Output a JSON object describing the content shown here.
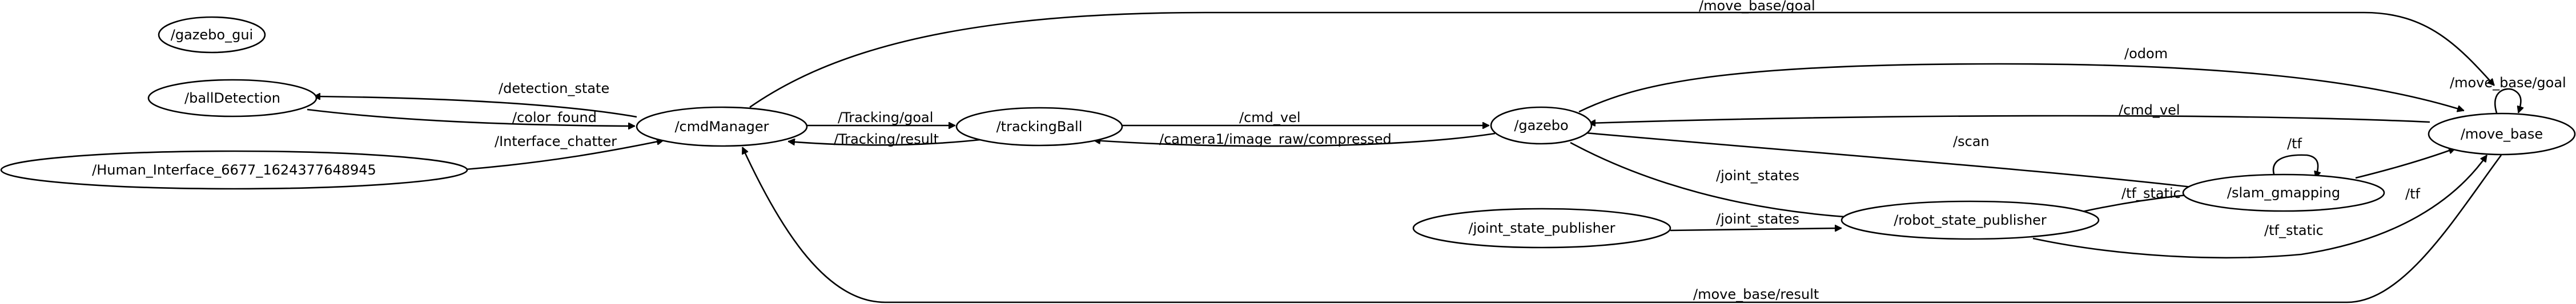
{
  "nodes": {
    "gazebo_gui": "/gazebo_gui",
    "ballDetection": "/ballDetection",
    "human_interface": "/Human_Interface_6677_1624377648945",
    "cmdManager": "/cmdManager",
    "trackingBall": "/trackingBall",
    "gazebo": "/gazebo",
    "joint_state_publisher": "/joint_state_publisher",
    "robot_state_publisher": "/robot_state_publisher",
    "slam_gmapping": "/slam_gmapping",
    "move_base": "/move_base"
  },
  "edges": {
    "move_base_goal_top": "/move_base/goal",
    "detection_state": "/detection_state",
    "color_found": "/color_found",
    "interface_chatter": "/Interface_chatter",
    "tracking_goal": "/Tracking/goal",
    "tracking_result": "/Tracking/result",
    "cmd_vel_to_gazebo": "/cmd_vel",
    "camera_compressed": "/camera1/image_raw/compressed",
    "odom": "/odom",
    "cmd_vel_from_move_base": "/cmd_vel",
    "move_base_goal_self": "/move_base/goal",
    "scan": "/scan",
    "tf_slam_self": "/tf",
    "joint_states_gazebo": "/joint_states",
    "joint_states_jsp": "/joint_states",
    "tf_static_to_slam": "/tf_static",
    "tf_slam_to_move_base": "/tf",
    "tf_static_to_move_base": "/tf_static",
    "move_base_result": "/move_base/result"
  }
}
